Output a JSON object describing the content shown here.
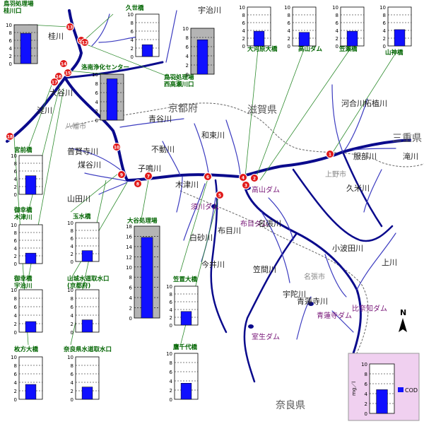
{
  "colors": {
    "river": "#0a0a8c",
    "tributary": "#3c3cc0",
    "bar": "#1010ff",
    "station_fill": "#e01818",
    "station_stroke": "#ffffff",
    "panel_gray": "#b4b4b4",
    "leader": "#2e8b2e",
    "label_green": "#006400",
    "label_blue": "#000080",
    "dam_label": "#7a1a7a",
    "legend_panel": "#f0d0f0",
    "prefecture": "#555555"
  },
  "scale_ticks": [
    "10",
    "8",
    "6",
    "4",
    "2",
    "0"
  ],
  "legend": {
    "label": "COD",
    "unit": "mg／l"
  },
  "prefectures": {
    "kyoto": "京都府",
    "shiga": "滋賀県",
    "mie": "三重県",
    "nara": "奈良県"
  },
  "places": {
    "kamishi": "上野市",
    "nabari": "名張市",
    "yawata": "八幡市"
  },
  "dams": {
    "takayama": "高山ダム",
    "nunome": "布目ダム",
    "shorenji": "青蓮寺ダム",
    "hinachi": "比奈知ダム",
    "muro": "室生ダム",
    "sunagawa": "須川ダム"
  },
  "rivers": {
    "uji": "宇治川",
    "katsura": "桂川",
    "yodo": "淀川",
    "kizu": "木津川",
    "aotani": "青谷川",
    "wazuka": "和束川",
    "fudo": "不動川",
    "fugenji": "普賢寺川",
    "shuoka": "煤谷川",
    "yamada": "山田川",
    "kameshi": "子鳴川",
    "shirasuna": "白砂川",
    "imai": "今井川",
    "nunome_r": "布目川",
    "nabari_r": "名張川",
    "kasama": "笠間川",
    "uda": "宇陀川",
    "shorenji_r": "青蓮寺川",
    "ohata": "小波田川",
    "kawai": "河合川",
    "tsuge": "柘植川",
    "hattori": "服部川",
    "takimizu": "滝川",
    "kume": "久米川",
    "yoshihara": "上川",
    "oota": "大谷川"
  },
  "stations": [
    {
      "num": "1"
    },
    {
      "num": "2"
    },
    {
      "num": "3"
    },
    {
      "num": "4"
    },
    {
      "num": "5"
    },
    {
      "num": "6"
    },
    {
      "num": "7"
    },
    {
      "num": "8"
    },
    {
      "num": "9"
    },
    {
      "num": "10"
    },
    {
      "num": "11"
    },
    {
      "num": "12"
    },
    {
      "num": "13"
    },
    {
      "num": "14"
    },
    {
      "num": "15"
    },
    {
      "num": "16"
    },
    {
      "num": "17"
    },
    {
      "num": "18"
    }
  ],
  "panels": [
    {
      "id": "toba",
      "name": "鳥羽処理場\n桂川口",
      "value": 7.8,
      "max": 10,
      "gray": true
    },
    {
      "id": "kuze",
      "name": "久世橋",
      "value": 2.8,
      "max": 10,
      "gray": false
    },
    {
      "id": "nishitakase",
      "name": "鳥羽処理場\n西高瀬川口",
      "value": 7.5,
      "max": 10,
      "gray": true
    },
    {
      "id": "rakunan",
      "name": "洛南浄化センター",
      "value": 9.0,
      "max": 10,
      "gray": true
    },
    {
      "id": "ookawara",
      "name": "大河原大橋",
      "value": 3.8,
      "max": 10,
      "gray": false
    },
    {
      "id": "takayama",
      "name": "高山ダム",
      "value": 3.5,
      "max": 10,
      "gray": false
    },
    {
      "id": "sasegawa",
      "name": "笠瀬橋",
      "value": 3.8,
      "max": 10,
      "gray": false
    },
    {
      "id": "yamakami",
      "name": "山神橋",
      "value": 4.2,
      "max": 10,
      "gray": false
    },
    {
      "id": "miyamae",
      "name": "宮前橋",
      "value": 4.8,
      "max": 10,
      "gray": false
    },
    {
      "id": "gokokiz",
      "name": "御幸橋\n木津川",
      "value": 2.7,
      "max": 10,
      "gray": false
    },
    {
      "id": "tamamizu",
      "name": "玉水橋",
      "value": 2.8,
      "max": 10,
      "gray": false
    },
    {
      "id": "ootani",
      "name": "大谷処理場",
      "value": 15.8,
      "max": 18,
      "gray": true
    },
    {
      "id": "gokouji",
      "name": "御幸橋\n宇治川",
      "value": 2.5,
      "max": 10,
      "gray": false
    },
    {
      "id": "yamashiro",
      "name": "山城水道取水口\n(京都府)",
      "value": 2.9,
      "max": 10,
      "gray": false
    },
    {
      "id": "kasaoki",
      "name": "笠置大橋",
      "value": 3.5,
      "max": 10,
      "gray": false
    },
    {
      "id": "hirakata",
      "name": "枚方大橋",
      "value": 3.5,
      "max": 10,
      "gray": false
    },
    {
      "id": "nara",
      "name": "奈良県水道取水口",
      "value": 2.9,
      "max": 10,
      "gray": false
    },
    {
      "id": "takachiyo",
      "name": "鷹千代橋",
      "value": 3.5,
      "max": 10,
      "gray": false
    }
  ],
  "legend_value": 4.8,
  "big_scale_ticks": [
    "18",
    "16",
    "14",
    "12",
    "10",
    "8",
    "6",
    "4",
    "2",
    "0"
  ]
}
